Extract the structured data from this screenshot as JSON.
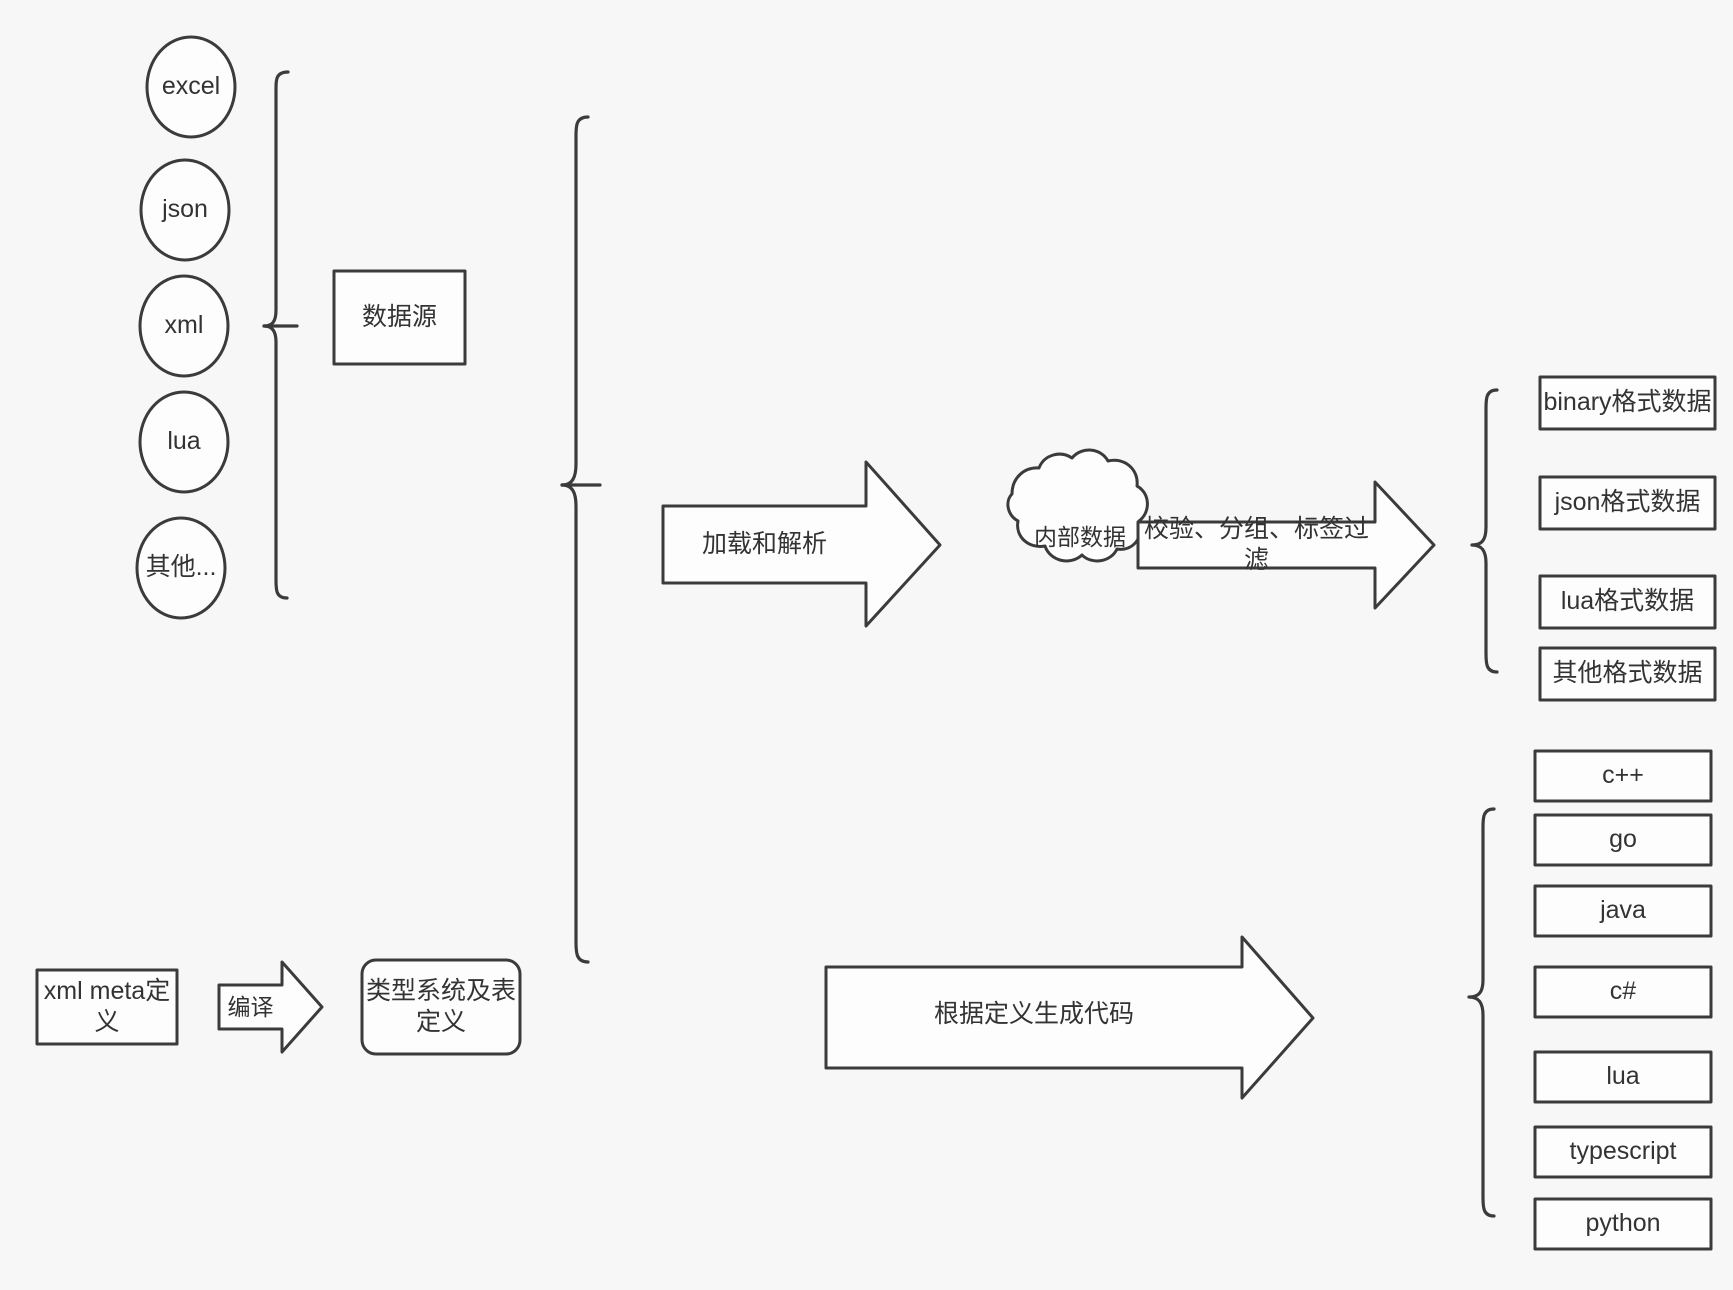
{
  "diagram": {
    "title": "data pipeline and codegen diagram",
    "background_color": "#f7f7f7",
    "stroke_color": "#3b3b3b",
    "fill_color": "#fdfdfd",
    "text_color": "#333333"
  },
  "data_sources": {
    "group_label": "数据源",
    "items": [
      {
        "label": "excel"
      },
      {
        "label": "json"
      },
      {
        "label": "xml"
      },
      {
        "label": "lua"
      },
      {
        "label": "其他..."
      }
    ]
  },
  "meta_definition": {
    "source_label": "xml meta定\n义",
    "source_label_line1": "xml meta定",
    "source_label_line2": "义",
    "compile_arrow_label": "编译",
    "target_label_line1": "类型系统及表",
    "target_label_line2": "定义"
  },
  "pipeline": {
    "load_parse_arrow_label": "加载和解析",
    "internal_data_label": "内部数据",
    "filter_arrow_label": "校验、分组、标签过滤",
    "codegen_arrow_label": "根据定义生成代码"
  },
  "output_formats": {
    "items": [
      {
        "label": "binary格式数据"
      },
      {
        "label": "json格式数据"
      },
      {
        "label": "lua格式数据"
      },
      {
        "label": "其他格式数据"
      }
    ]
  },
  "output_languages": {
    "items": [
      {
        "label": "c++"
      },
      {
        "label": "go"
      },
      {
        "label": "java"
      },
      {
        "label": "c#"
      },
      {
        "label": "lua"
      },
      {
        "label": "typescript"
      },
      {
        "label": "python"
      }
    ]
  }
}
